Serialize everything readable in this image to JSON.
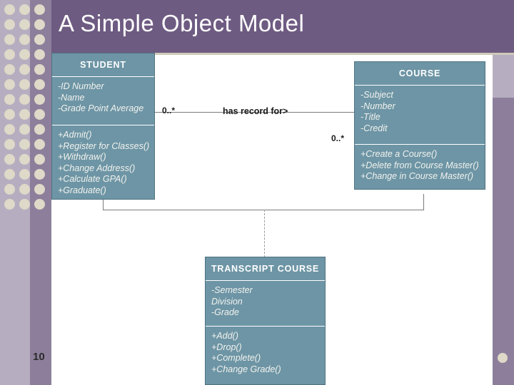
{
  "slide": {
    "title": "A Simple Object Model",
    "page_number": "10",
    "theme": {
      "band_dark": "#8d7f9b",
      "band_light": "#b6aec0",
      "title_bar": "#6e5b82",
      "dot": "#ded9c8",
      "class_box": "#6d95a5",
      "class_text": "#f2f2ee"
    }
  },
  "diagram": {
    "type": "uml-class-diagram",
    "classes": [
      {
        "name": "STUDENT",
        "attributes": [
          "-ID Number",
          "-Name",
          "-Grade Point Average"
        ],
        "operations": [
          "+Admit()",
          "+Register for Classes()",
          "+Withdraw()",
          "+Change Address()",
          "+Calculate GPA()",
          "+Graduate()"
        ]
      },
      {
        "name": "COURSE",
        "attributes": [
          "-Subject",
          "-Number",
          "-Title",
          "-Credit"
        ],
        "operations": [
          "+Create a Course()",
          "+Delete from Course Master()",
          "+Change in Course Master()"
        ]
      },
      {
        "name": "TRANSCRIPT COURSE",
        "attributes": [
          "-Semester",
          " Division",
          "-Grade"
        ],
        "operations": [
          "+Add()",
          "+Drop()",
          "+Complete()",
          "+Change Grade()"
        ]
      }
    ],
    "associations": [
      {
        "label": "has record for>",
        "source_multiplicity": "0..*",
        "target_multiplicity": "0..*"
      }
    ]
  }
}
